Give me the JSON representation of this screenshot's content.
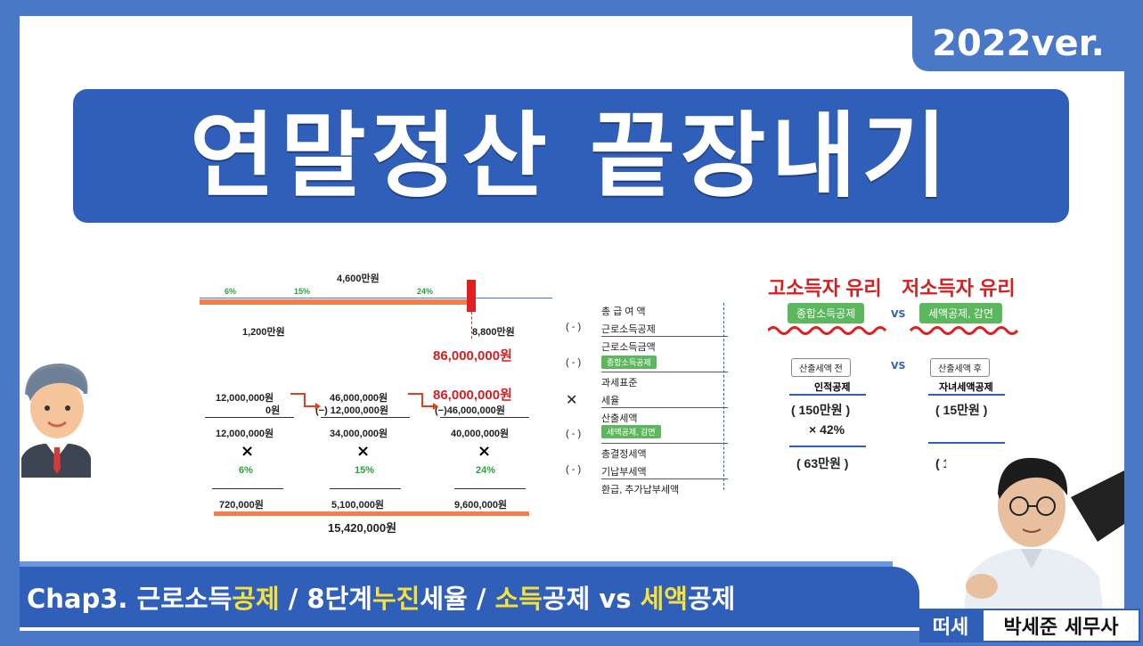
{
  "version_badge": "2022ver.",
  "title": "연말정산 끝장내기",
  "left_diagram": {
    "top_label": "4,600만원",
    "rates_top": [
      "6%",
      "15%",
      "24%"
    ],
    "ticks_bottom": [
      "1,200만원",
      "8,800만원"
    ],
    "income": "86,000,000원",
    "col1": {
      "a": "12,000,000원",
      "b": "0원",
      "c": "12,000,000원",
      "rate": "6%",
      "result": "720,000원"
    },
    "col2": {
      "a": "46,000,000원",
      "b": "(−) 12,000,000원",
      "c": "34,000,000원",
      "rate": "15%",
      "result": "5,100,000원"
    },
    "col3": {
      "a": "86,000,000원",
      "b": "(−)46,000,000원",
      "c": "40,000,000원",
      "rate": "24%",
      "result": "9,600,000원"
    },
    "multiply": "×",
    "total": "15,420,000원"
  },
  "flow": {
    "r1": "총 급 여 액",
    "r2_sign": "( - )",
    "r2": "근로소득공제",
    "r3": "근로소득금액",
    "r4_sign": "( - )",
    "r4_chip": "종합소득공제",
    "r5": "과세표준",
    "r6_sign": "✕",
    "r6": "세율",
    "r7": "산출세액",
    "r8_sign": "( - )",
    "r8_chip": "세액공제, 감면",
    "r9": "총결정세액",
    "r10_sign": "( - )",
    "r10": "기납부세액",
    "r11": "환급,   추가납부세액"
  },
  "right_panel": {
    "head_left": "고소득자 유리",
    "head_right": "저소득자 유리",
    "chip_left": "종합소득공제",
    "vs": "VS",
    "chip_right": "세액공제, 감면",
    "box_left": "산출세액 전",
    "box_right": "산출세액 후",
    "vs2": "VS",
    "deduction_left": "인적공제",
    "deduction_right": "자녀세액공제",
    "val_left": "( 150만원 )",
    "mult_left": "× 42%",
    "res_left": "( 63만원 )",
    "val_right": "( 15만원 )",
    "res_right": "( 15만원 )"
  },
  "chapter": {
    "p1": "Chap3. 근로소득",
    "p1_hl": "공제",
    "p2": "  / 8단계",
    "p2_hl": "누진",
    "p3": "세율 / ",
    "p3_hl": "소득",
    "p4": "공제 vs ",
    "p4_hl": "세액",
    "p5": "공제"
  },
  "name_tag": {
    "brand": "떠세",
    "name": "박세준 세무사"
  }
}
